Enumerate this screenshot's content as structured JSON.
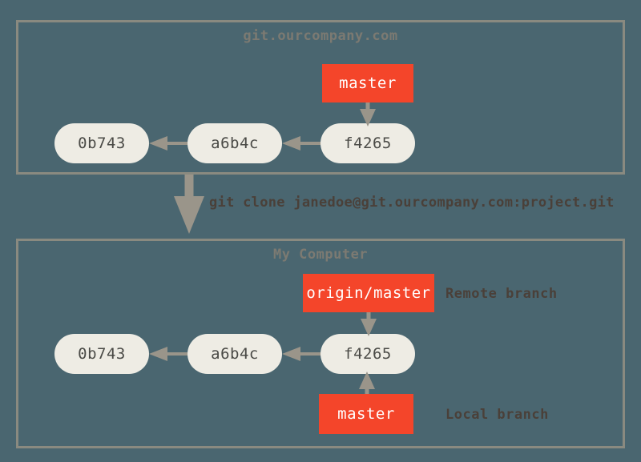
{
  "diagram": {
    "title": "git clone creating a local copy with a remote-tracking branch",
    "background_color": "#4a6670",
    "frame_color": "#8a8a80",
    "commit_color": "#eeece4",
    "branch_color": "#f4452a",
    "arrow_color": "#9a958a"
  },
  "zones": {
    "remote": {
      "title": "git.ourcompany.com",
      "commits": [
        {
          "id": "0b743"
        },
        {
          "id": "a6b4c"
        },
        {
          "id": "f4265"
        }
      ],
      "branches": [
        {
          "label": "master",
          "points_to": "f4265"
        }
      ]
    },
    "local": {
      "title": "My Computer",
      "commits": [
        {
          "id": "0b743"
        },
        {
          "id": "a6b4c"
        },
        {
          "id": "f4265"
        }
      ],
      "branches": [
        {
          "label": "origin/master",
          "points_to": "f4265",
          "annotation": "Remote branch"
        },
        {
          "label": "master",
          "points_to": "f4265",
          "annotation": "Local branch"
        }
      ]
    }
  },
  "transition": {
    "command": "git clone janedoe@git.ourcompany.com:project.git"
  }
}
